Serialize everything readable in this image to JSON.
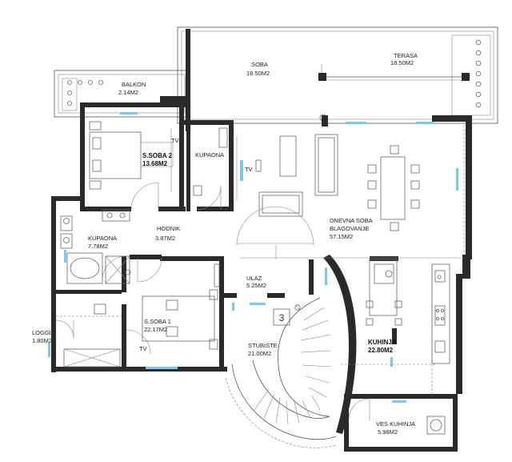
{
  "rooms": {
    "soba": {
      "name": ".SOBA",
      "area": "18.50M2"
    },
    "terasa": {
      "name": "TERASA",
      "area": "18.50M2"
    },
    "balkon": {
      "name": "BALKON",
      "area": "2.14M2"
    },
    "ssoba2": {
      "name": "S.SOBA 2",
      "area": "13.68M2"
    },
    "kupaona1": {
      "name": "KUPAONA",
      "area": ""
    },
    "kupaona2": {
      "name": "KUPAONA",
      "area": "7.78M2"
    },
    "hodnik": {
      "name": "HODNIK",
      "area": "3.87M2"
    },
    "dnevna": {
      "name": "DNEVNA SOBA",
      "name2": "BLAGOVANJE",
      "area": "57.15M2"
    },
    "ulaz": {
      "name": "ULAZ",
      "area": "5.25M2"
    },
    "loggia": {
      "name": "LOGGIA",
      "area": "1.80M2"
    },
    "ssoba1": {
      "name": "S.SOBA 1",
      "area": "22.17M2"
    },
    "stubiste": {
      "name": "STUBISTE",
      "area": "21.00M2"
    },
    "kuhinja": {
      "name": "KUHINJA",
      "area": "22.80M2"
    },
    "veskuhinja": {
      "name": "VES KUHINJA",
      "area": "5.98M2"
    }
  },
  "stair_number": "3",
  "tv_label": "TV"
}
